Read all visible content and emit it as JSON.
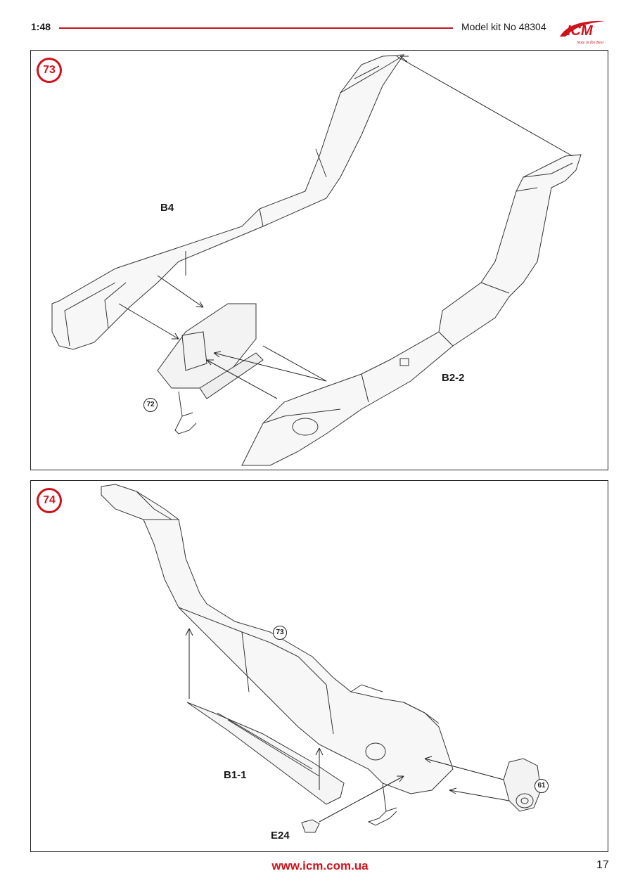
{
  "header": {
    "scale": "1:48",
    "kit_number": "Model kit No 48304",
    "brand": "ICM",
    "brand_tagline": "Note in the Best",
    "accent_color": "#d0111b"
  },
  "steps": [
    {
      "number": "73",
      "parts": [
        "B4",
        "B2-2"
      ],
      "references": [
        "72"
      ]
    },
    {
      "number": "74",
      "parts": [
        "B1-1",
        "E24"
      ],
      "references": [
        "73",
        "61"
      ]
    }
  ],
  "footer": {
    "url": "www.icm.com.ua",
    "page_number": "17"
  }
}
